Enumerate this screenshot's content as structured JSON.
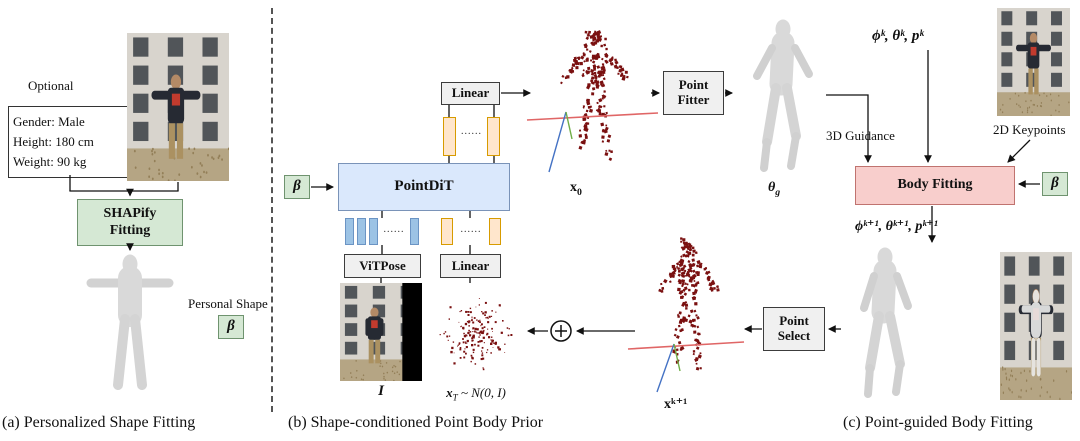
{
  "panel_a": {
    "optional_label": "Optional",
    "info_lines": [
      "Gender: Male",
      "Height: 180 cm",
      "Weight: 90 kg"
    ],
    "shapify_lines": [
      "SHAPify",
      "Fitting"
    ],
    "personal_shape_label": "Personal Shape",
    "beta": "β",
    "caption": "(a) Personalized Shape Fitting"
  },
  "panel_b": {
    "beta": "β",
    "pointdit_label": "PointDiT",
    "linear_top_label": "Linear",
    "linear_bottom_label": "Linear",
    "vitpose_label": "ViTPose",
    "tokens_dots": "......",
    "image_label": "I",
    "noise_label": {
      "base": "x",
      "sub": "T",
      "rest": " ~ N(0, I)"
    },
    "x0_label": {
      "base": "x",
      "sub": "0"
    },
    "point_fitter_lines": [
      "Point",
      "Fitter"
    ],
    "theta_g_label": {
      "base": "θ",
      "sub": "g"
    },
    "caption": "(b) Shape-conditioned Point Body Prior"
  },
  "panel_c": {
    "params_k": "ϕᵏ, θᵏ, pᵏ",
    "keypoints_label": "2D Keypoints",
    "guidance_label": "3D Guidance",
    "body_fitting_label": "Body Fitting",
    "beta": "β",
    "params_k1": "ϕᵏ⁺¹, θᵏ⁺¹, pᵏ⁺¹",
    "point_select_lines": [
      "Point",
      "Select"
    ],
    "xk1_label": "xᵏ⁺¹",
    "caption": "(c) Point-guided Body Fitting"
  },
  "colors": {
    "green_box": "#d5e8d4",
    "blue_box": "#dae8fc",
    "pink_box": "#f8cecc",
    "gray_box": "#f0f0f0",
    "orange_token": "#ffe6cc",
    "orange_border": "#d79b00",
    "blue_token": "#9cc3e5",
    "point_color": "#7a1010",
    "guide_red": "#e06666",
    "guide_blue": "#4472c4",
    "guide_green": "#70ad47"
  }
}
